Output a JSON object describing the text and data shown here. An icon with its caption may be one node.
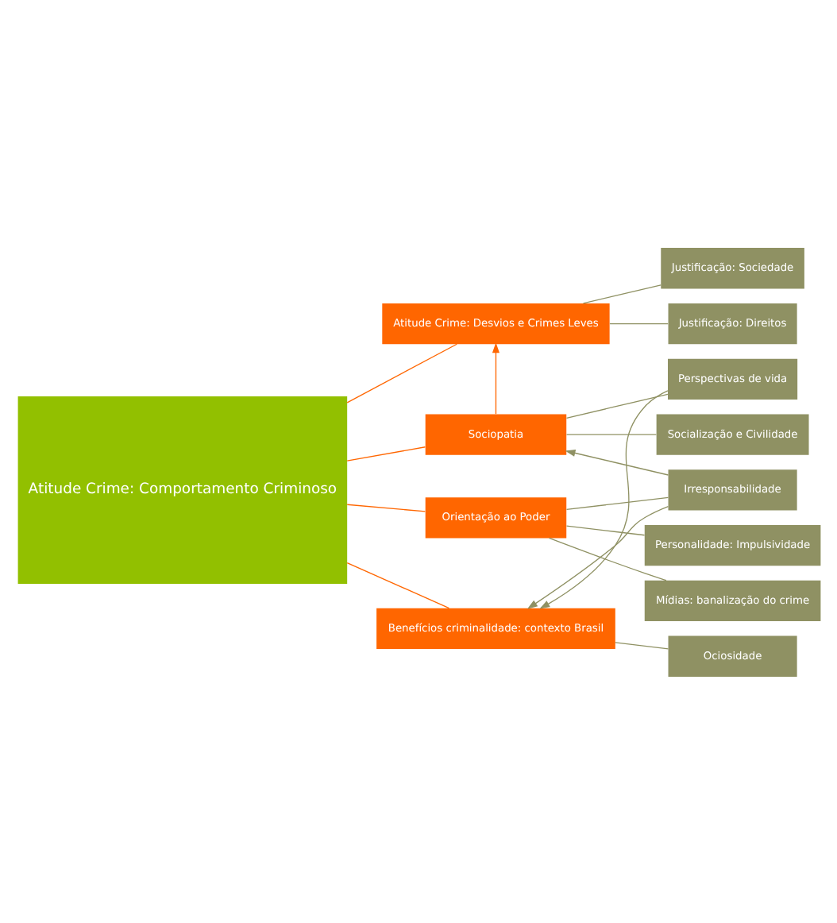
{
  "diagram": {
    "nodes": [
      {
        "text": [
          "Atitude Crime: Comportamento Criminoso"
        ]
      },
      {
        "text": [
          "Atitude Crime: Desvios e Crimes Leves"
        ]
      },
      {
        "text": [
          "Sociopatia"
        ]
      },
      {
        "text": [
          "Orientação ao Poder"
        ]
      },
      {
        "text": [
          "Benefícios criminalidade: contexto Brasil"
        ]
      },
      {
        "text": [
          "Justificação: Sociedade"
        ]
      },
      {
        "text": [
          "Justificação: Direitos"
        ]
      },
      {
        "text": [
          "Perspectivas de vida"
        ]
      },
      {
        "text": [
          "Socialização e Civilidade"
        ]
      },
      {
        "text": [
          "Irresponsabilidade"
        ]
      },
      {
        "text": [
          "Personalidade: Impulsividade"
        ]
      },
      {
        "text": [
          "Mídias: banalização do crime"
        ]
      },
      {
        "text": [
          "Ociosidade"
        ]
      }
    ],
    "edges": [
      {
        "from": 0,
        "to": 1,
        "arrow": "none",
        "color": "#ff6600"
      },
      {
        "from": 0,
        "to": 2,
        "arrow": "none",
        "color": "#ff6600"
      },
      {
        "from": 0,
        "to": 3,
        "arrow": "none",
        "color": "#ff6600"
      },
      {
        "from": 0,
        "to": 4,
        "arrow": "none",
        "color": "#ff6600"
      },
      {
        "from": 1,
        "to": 5,
        "arrow": "none"
      },
      {
        "from": 1,
        "to": 6,
        "arrow": "none"
      },
      {
        "from": 2,
        "to": 7,
        "arrow": "none"
      },
      {
        "from": 2,
        "to": 8,
        "arrow": "none"
      },
      {
        "from": 3,
        "to": 9,
        "arrow": "none"
      },
      {
        "from": 3,
        "to": 10,
        "arrow": "none"
      },
      {
        "from": 3,
        "to": 11,
        "arrow": "none"
      },
      {
        "from": 4,
        "to": 12,
        "arrow": "none"
      },
      {
        "from": 2,
        "to": 1,
        "arrow": "to",
        "color": "#ff6600"
      },
      {
        "from": 9,
        "to": 2,
        "arrow": "to"
      },
      {
        "from": 7,
        "to": 4,
        "arrow": "to"
      },
      {
        "from": 9,
        "to": 4,
        "arrow": "to"
      }
    ]
  }
}
